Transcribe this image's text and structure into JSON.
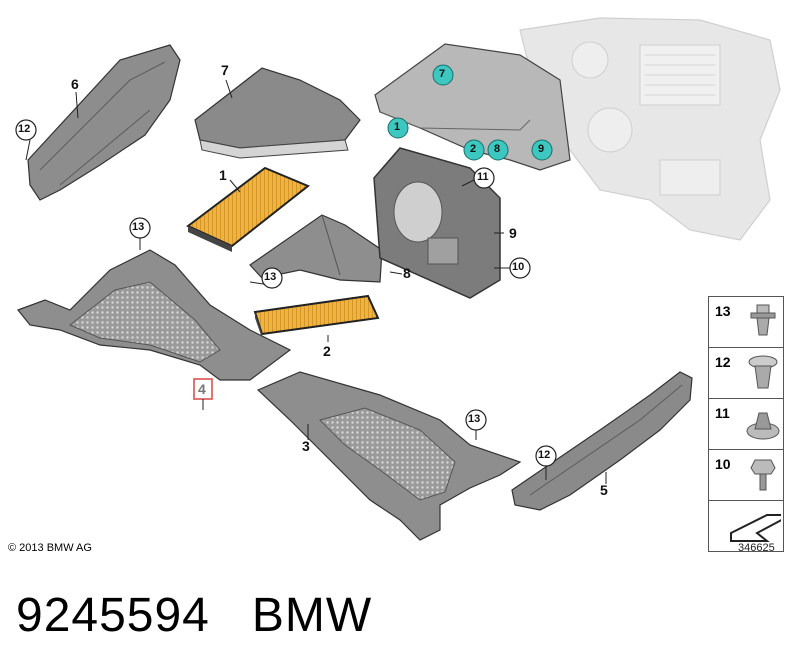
{
  "diagram": {
    "callouts": {
      "p1": "1",
      "p2": "2",
      "p3": "3",
      "p4": "4",
      "p5": "5",
      "p6": "6",
      "p7": "7",
      "p8": "8",
      "p9": "9",
      "p10": "10",
      "p11": "11",
      "p12a": "12",
      "p12b": "12",
      "p13a": "13",
      "p13b": "13",
      "p13c": "13",
      "t7": "7",
      "t1": "1",
      "t2": "2",
      "t8": "8",
      "t9": "9"
    },
    "legend": [
      {
        "number": "13",
        "icon": "push-rivet-icon"
      },
      {
        "number": "12",
        "icon": "expanding-rivet-icon"
      },
      {
        "number": "11",
        "icon": "clip-nut-icon"
      },
      {
        "number": "10",
        "icon": "hex-screw-icon"
      },
      {
        "number": "",
        "icon": "arrow-symbol-icon"
      }
    ],
    "copyright": "© 2013 BMW AG",
    "diagram_id": "346625"
  },
  "footer": {
    "part_number": "9245594",
    "brand": "BMW"
  },
  "colors": {
    "teal_marker": "#3cc8c0",
    "filter_yellow": "#e8a735",
    "highlight_box": "#d9534f",
    "part_gray": "#8d8d8d"
  }
}
